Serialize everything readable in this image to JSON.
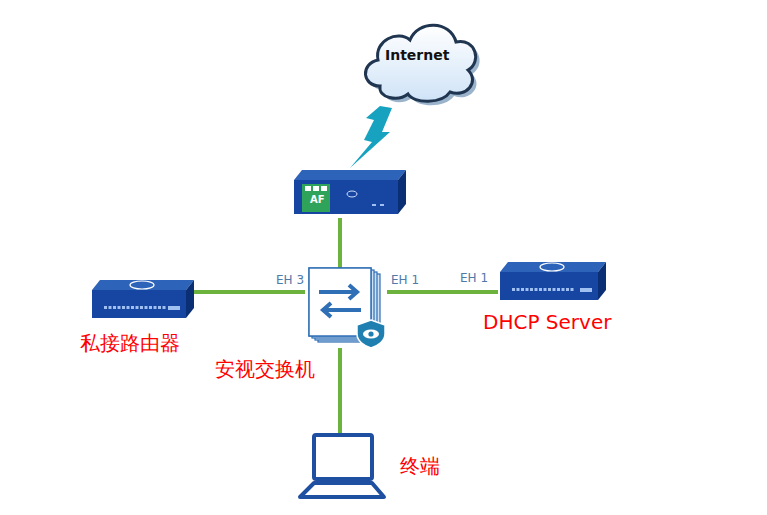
{
  "diagram": {
    "nodes": [
      {
        "text": [
          "Internet"
        ]
      },
      {
        "text": [
          "AF"
        ]
      },
      {
        "text": [
          "私接路由器"
        ]
      },
      {
        "text": [
          "安视交换机"
        ]
      },
      {
        "text": [
          "DHCP Server"
        ]
      },
      {
        "text": [
          "终端"
        ]
      }
    ],
    "edges": [
      {
        "from": 0,
        "to": 1,
        "arrow": "none"
      },
      {
        "from": 1,
        "to": 3,
        "arrow": "none"
      },
      {
        "from": 3,
        "to": 2,
        "arrow": "none"
      },
      {
        "from": 3,
        "to": 4,
        "arrow": "none"
      },
      {
        "from": 3,
        "to": 5,
        "arrow": "none"
      }
    ],
    "labels": [
      "EH 3",
      "EH 1",
      "EH 1"
    ]
  }
}
